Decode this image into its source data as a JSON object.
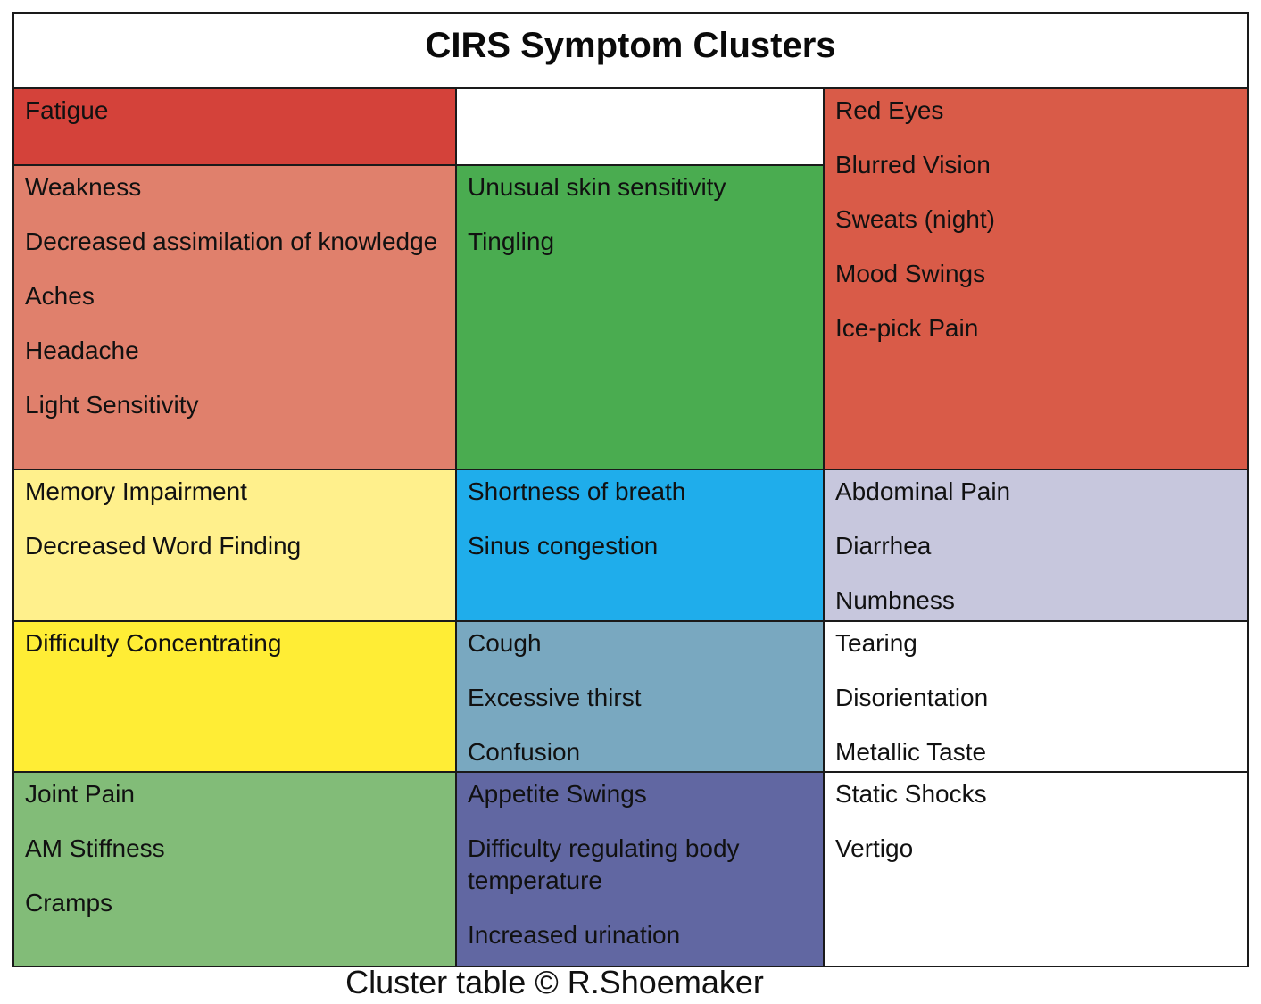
{
  "title": "CIRS Symptom Clusters",
  "footer": "Cluster table © R.Shoemaker",
  "colors": {
    "fatigue": "#d4423a",
    "weakness": "#e0806c",
    "red_eyes": "#d95b48",
    "skin": "#4aac50",
    "memory": "#fff08c",
    "breath": "#1fadeb",
    "abdominal": "#c7c7dd",
    "concentrating": "#ffed35",
    "cough": "#79a8c0",
    "tearing": "#ffffff",
    "joint": "#82bc78",
    "appetite": "#6167a2",
    "static": "#ffffff",
    "blank": "#ffffff"
  },
  "cells": {
    "fatigue": [
      "Fatigue"
    ],
    "blank": [],
    "red_eyes": [
      "Red Eyes",
      "Blurred Vision",
      "Sweats (night)",
      "Mood Swings",
      "Ice-pick Pain"
    ],
    "weakness": [
      "Weakness",
      "Decreased assimilation of knowledge",
      "Aches",
      "Headache",
      "Light Sensitivity"
    ],
    "skin": [
      "Unusual skin sensitivity",
      "Tingling"
    ],
    "memory": [
      "Memory Impairment",
      "Decreased Word Finding"
    ],
    "breath": [
      "Shortness of breath",
      "Sinus congestion"
    ],
    "abdominal": [
      "Abdominal Pain",
      "Diarrhea",
      "Numbness"
    ],
    "concentrating": [
      "Difficulty Concentrating"
    ],
    "cough": [
      "Cough",
      "Excessive thirst",
      "Confusion"
    ],
    "tearing": [
      "Tearing",
      "Disorientation",
      "Metallic Taste"
    ],
    "joint": [
      "Joint Pain",
      "AM Stiffness",
      "Cramps"
    ],
    "appetite": [
      "Appetite Swings",
      "Difficulty regulating body temperature",
      "Increased urination"
    ],
    "static": [
      "Static Shocks",
      "Vertigo"
    ]
  }
}
